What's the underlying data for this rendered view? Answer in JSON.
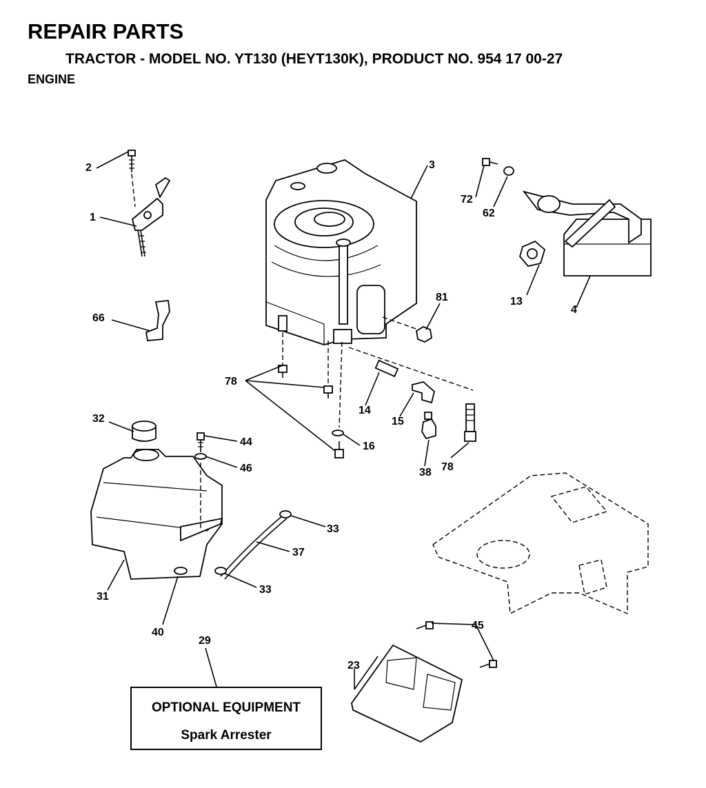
{
  "header": {
    "title": "REPAIR PARTS",
    "subtitle": "TRACTOR - MODEL NO. YT130 (HEYT130K), PRODUCT NO. 954 17 00-27",
    "section": "ENGINE"
  },
  "callouts": {
    "c1": "1",
    "c2": "2",
    "c3": "3",
    "c4": "4",
    "c13": "13",
    "c14": "14",
    "c15": "15",
    "c16": "16",
    "c23": "23",
    "c29": "29",
    "c31": "31",
    "c32": "32",
    "c33a": "33",
    "c33b": "33",
    "c37": "37",
    "c38": "38",
    "c40": "40",
    "c44": "44",
    "c45": "45",
    "c46": "46",
    "c62": "62",
    "c66": "66",
    "c72": "72",
    "c78a": "78",
    "c78b": "78",
    "c81": "81"
  },
  "optional_box": {
    "heading": "OPTIONAL EQUIPMENT",
    "item": "Spark Arrester"
  }
}
